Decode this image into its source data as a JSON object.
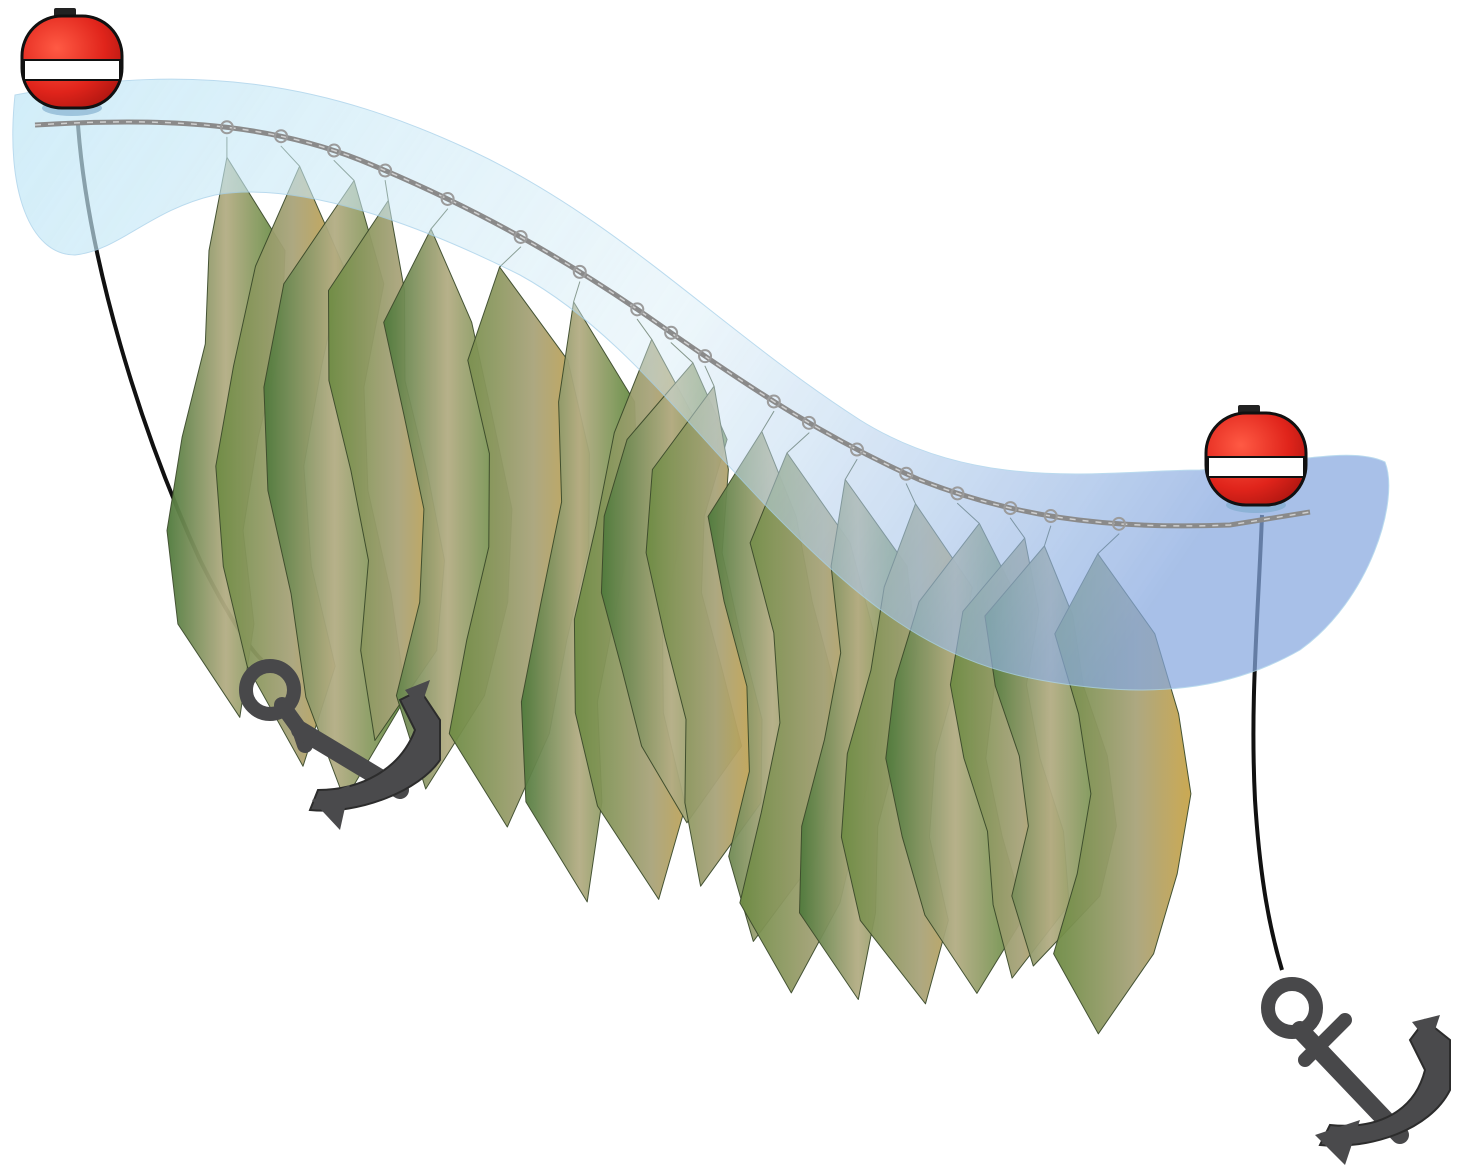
{
  "diagram": {
    "subject": "seaweed-longline-cultivation",
    "components": [
      {
        "id": "buoy-left",
        "kind": "buoy"
      },
      {
        "id": "buoy-right",
        "kind": "buoy"
      },
      {
        "id": "longline",
        "kind": "rope"
      },
      {
        "id": "mooring-line-left",
        "kind": "rope"
      },
      {
        "id": "mooring-line-right",
        "kind": "rope"
      },
      {
        "id": "anchor-left",
        "kind": "anchor"
      },
      {
        "id": "anchor-right",
        "kind": "anchor"
      },
      {
        "id": "kelp-blades",
        "kind": "seaweed",
        "count": 18
      }
    ]
  },
  "colors": {
    "buoy_red": "#e0241b",
    "buoy_band": "#ffffff",
    "water_light": "#c9e9f6",
    "water_deep": "#8fb0e0",
    "kelp_green_dark": "#5a7d3a",
    "kelp_tan": "#b4ad84",
    "kelp_gold": "#c9a54a",
    "anchor_gray": "#4a4a4c",
    "rope_gray": "#8a8a8a",
    "line_black": "#111111"
  }
}
